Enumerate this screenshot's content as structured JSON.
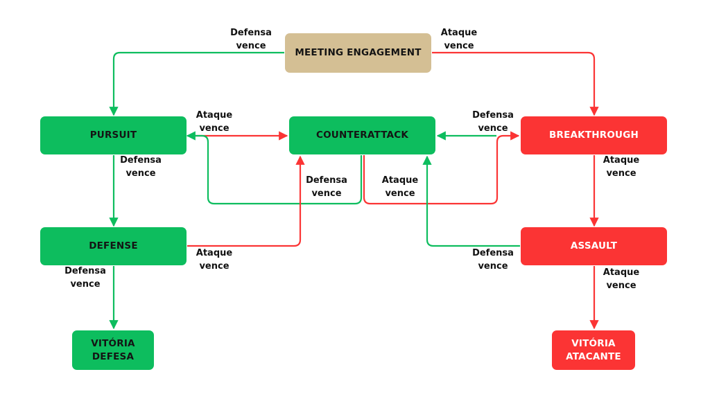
{
  "colors": {
    "defense": "#0dbd5e",
    "attack": "#fb3434",
    "neutral": "#d4bf94",
    "text_light": "#ffffff",
    "text_dark": "#141414"
  },
  "nodes": {
    "meeting": "MEETING ENGAGEMENT",
    "pursuit": "PURSUIT",
    "counterattack": "COUNTERATTACK",
    "breakthrough": "BREAKTHROUGH",
    "defense": "DEFENSE",
    "assault": "ASSAULT",
    "victory_defense": "VITÓRIA\nDEFESA",
    "victory_attack": "VITÓRIA\nATACANTE"
  },
  "edges": [
    {
      "from": "meeting",
      "to": "pursuit",
      "outcome": "defense",
      "label": [
        "Defensa",
        "vence"
      ]
    },
    {
      "from": "meeting",
      "to": "breakthrough",
      "outcome": "attack",
      "label": [
        "Ataque",
        "vence"
      ]
    },
    {
      "from": "pursuit",
      "to": "counterattack",
      "outcome": "attack",
      "label": [
        "Ataque",
        "vence"
      ]
    },
    {
      "from": "counterattack",
      "to": "pursuit",
      "outcome": "defense",
      "label": [
        "Defensa",
        "vence"
      ]
    },
    {
      "from": "counterattack",
      "to": "breakthrough",
      "outcome": "attack",
      "label": [
        "Ataque",
        "vence"
      ]
    },
    {
      "from": "breakthrough",
      "to": "counterattack",
      "outcome": "defense",
      "label": [
        "Defensa",
        "vence"
      ]
    },
    {
      "from": "pursuit",
      "to": "defense",
      "outcome": "defense",
      "label": [
        "Defensa",
        "vence"
      ]
    },
    {
      "from": "breakthrough",
      "to": "assault",
      "outcome": "attack",
      "label": [
        "Ataque",
        "vence"
      ]
    },
    {
      "from": "defense",
      "to": "counterattack",
      "outcome": "attack",
      "label": [
        "Ataque",
        "vence"
      ]
    },
    {
      "from": "assault",
      "to": "counterattack",
      "outcome": "defense",
      "label": [
        "Defensa",
        "vence"
      ]
    },
    {
      "from": "defense",
      "to": "victory_defense",
      "outcome": "defense",
      "label": [
        "Defensa",
        "vence"
      ]
    },
    {
      "from": "assault",
      "to": "victory_attack",
      "outcome": "attack",
      "label": [
        "Ataque",
        "vence"
      ]
    }
  ]
}
